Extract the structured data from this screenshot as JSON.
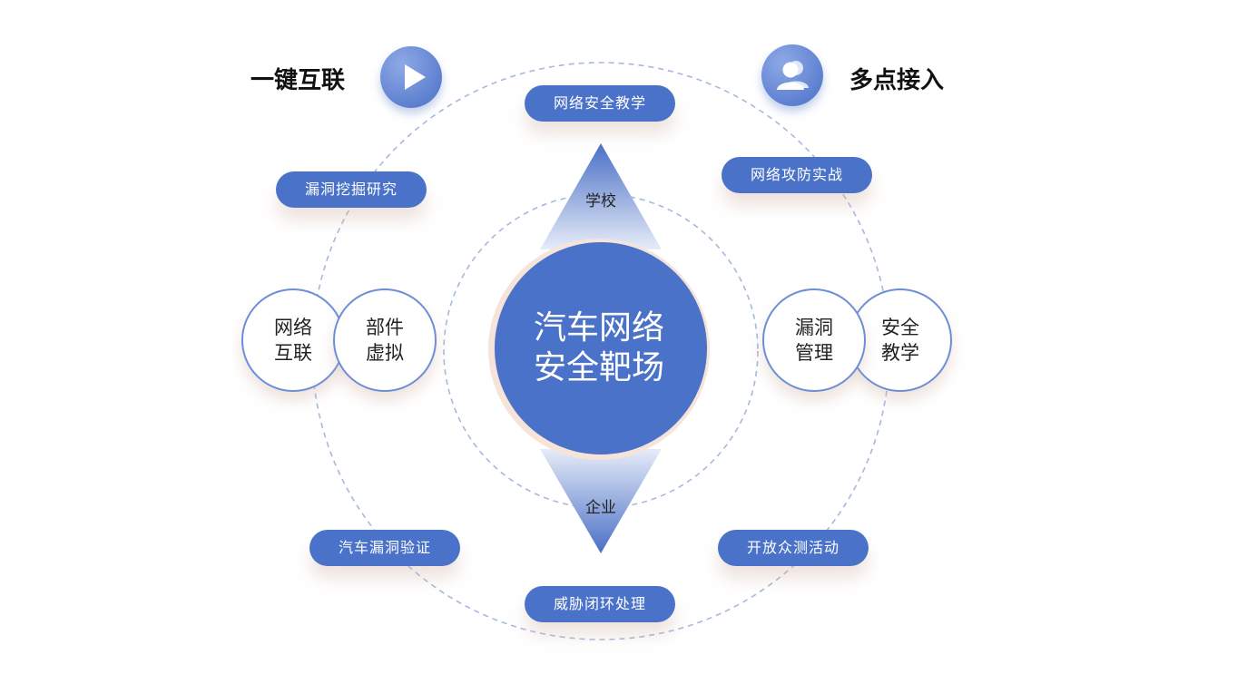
{
  "headlines": {
    "left": "一键互联",
    "right": "多点接入"
  },
  "icons": {
    "left": "play-icon",
    "right": "users-icon"
  },
  "center": {
    "title": "汽车网络\n安全靶场"
  },
  "triangles": {
    "top_label": "学校",
    "bottom_label": "企业"
  },
  "pills": [
    "网络安全教学",
    "网络攻防实战",
    "漏洞挖掘研究",
    "汽车漏洞验证",
    "开放众测活动",
    "威胁闭环处理"
  ],
  "circles": {
    "left": [
      "网络\n互联",
      "部件\n虚拟"
    ],
    "right": [
      "漏洞\n管理",
      "安全\n教学"
    ]
  },
  "colors": {
    "primary": "#4a72c8",
    "dashed": "#a6b9dc",
    "halo": "#f6e3d9"
  }
}
